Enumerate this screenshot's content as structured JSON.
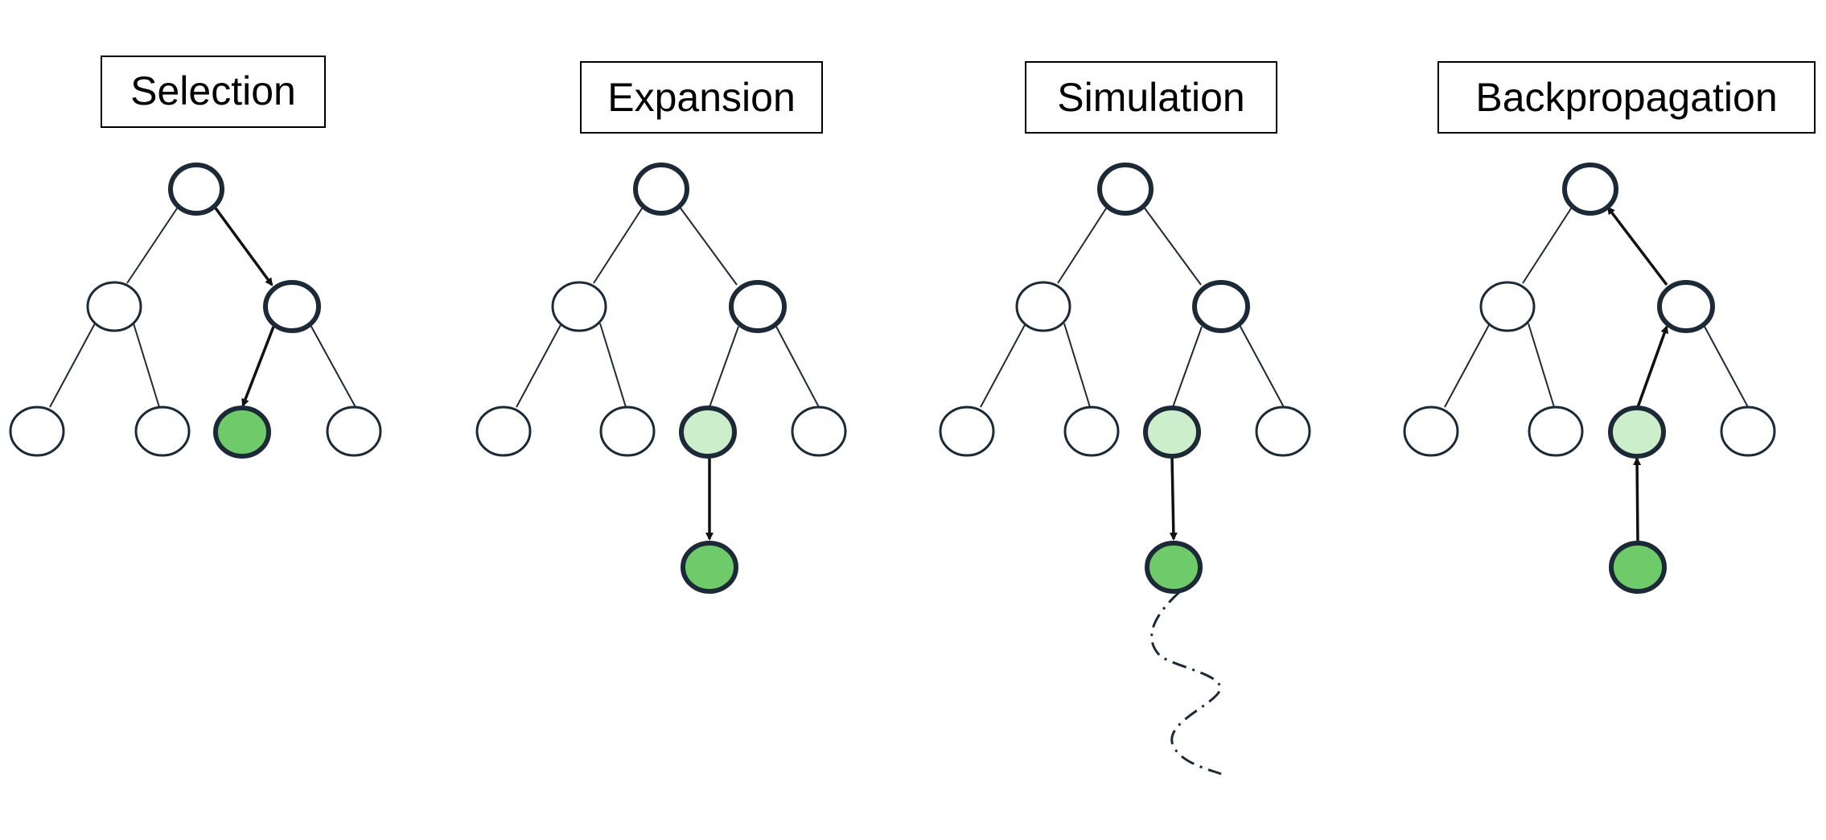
{
  "colors": {
    "outline": "#1c2a38",
    "empty_fill": "#ffffff",
    "selected_fill": "#6fcb6a",
    "path_fill": "#cdeecb"
  },
  "phases": [
    {
      "title": "Selection",
      "description": "Edges from the root traverse to the right child, then to its left child, which is highlighted.",
      "highlighted": [
        "rl"
      ],
      "new_node": false,
      "rollout": false
    },
    {
      "title": "Expansion",
      "description": "A new child node is added below the selected node.",
      "highlighted": [
        "rl"
      ],
      "new_node": true,
      "rollout": false
    },
    {
      "title": "Simulation",
      "description": "A dash-dot random rollout runs from the new node.",
      "highlighted": [
        "rl"
      ],
      "new_node": true,
      "rollout": true
    },
    {
      "title": "Backpropagation",
      "description": "Arrows point upward from the new node back to the root.",
      "highlighted": [
        "rl"
      ],
      "new_node": true,
      "rollout": false
    }
  ]
}
